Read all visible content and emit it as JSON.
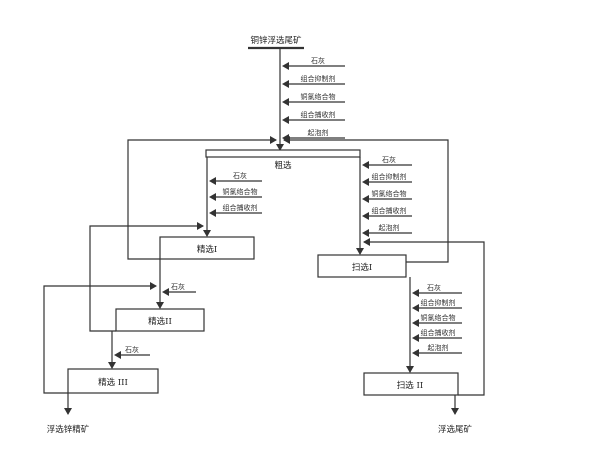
{
  "feed": "铜锌浮选尾矿",
  "reagents_main": [
    "石灰",
    "组合抑制剂",
    "铜氯络合物",
    "组合捕收剂",
    "起泡剂"
  ],
  "roughing": "粗选",
  "reagents_scav1": [
    "石灰",
    "组合抑制剂",
    "铜氯络合物",
    "组合捕收剂",
    "起泡剂"
  ],
  "reagents_clean1": [
    "石灰",
    "铜氯络合物",
    "组合捕收剂"
  ],
  "cleaner1": "精选I",
  "scavenger1": "扫选I",
  "reagents_clean2": [
    "石灰"
  ],
  "cleaner2": "精选II",
  "reagents_scav2": [
    "石灰",
    "组合抑制剂",
    "铜氯络合物",
    "组合捕收剂",
    "起泡剂"
  ],
  "reagents_clean3": [
    "石灰"
  ],
  "cleaner3": "精选 III",
  "scavenger2": "扫选 II",
  "product_concentrate": "浮选锌精矿",
  "product_tailings": "浮选尾矿"
}
